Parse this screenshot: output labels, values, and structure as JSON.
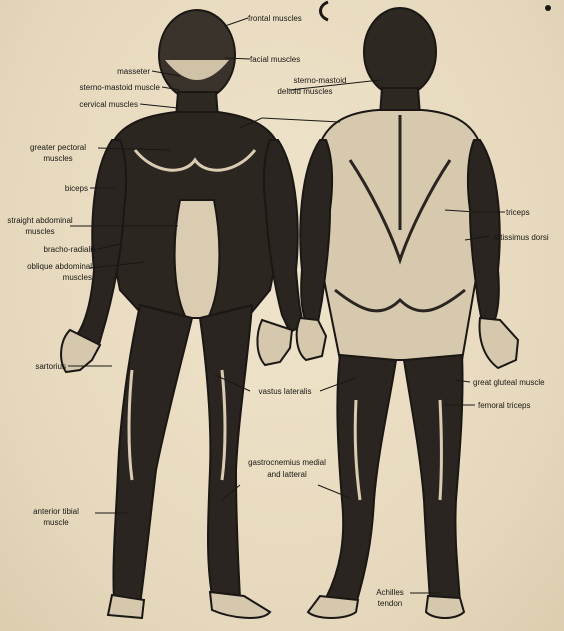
{
  "labels": {
    "frontal": "frontal muscles",
    "facial": "facial muscles",
    "masseter": "masseter",
    "sterno_mastoid_front": "sterno-mastoid muscle",
    "cervical": "cervical muscles",
    "sterno_mastoid_back_1": "sterno-mastoid",
    "sterno_mastoid_back_2": "deltoid muscles",
    "pectoral_1": "greater pectoral",
    "pectoral_2": "muscles",
    "biceps": "biceps",
    "straight_abd_1": "straight abdominal",
    "straight_abd_2": "muscles",
    "bracho_radialis": "bracho-radialis",
    "oblique_1": "oblique abdominal",
    "oblique_2": "muscles",
    "triceps": "triceps",
    "latissimus": "latissimus dorsi",
    "sartorius": "sartorius",
    "vastus": "vastus lateralis",
    "gluteal": "great gluteal muscle",
    "femoral": "femoral triceps",
    "gastro_1": "gastrocnemius medial",
    "gastro_2": "and latteral",
    "tibial_1": "anterior tibial",
    "tibial_2": "muscle",
    "achilles_1": "Achilles",
    "achilles_2": "tendon"
  }
}
